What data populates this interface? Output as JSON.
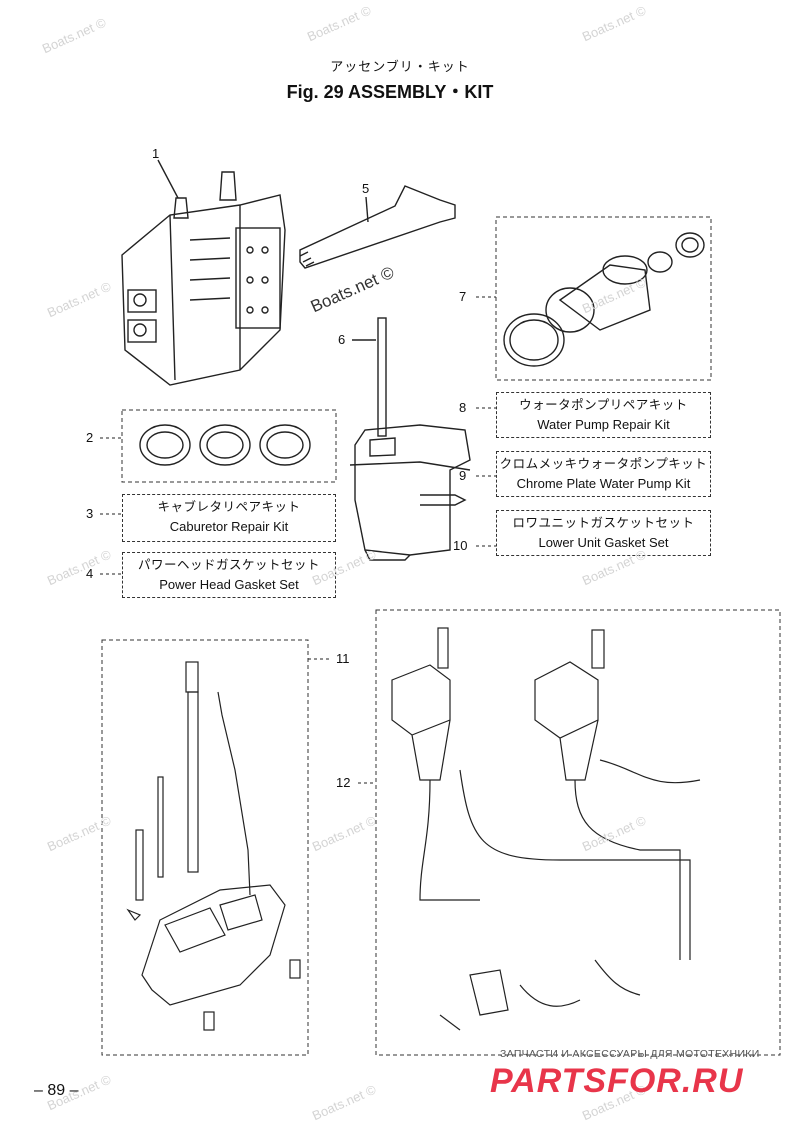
{
  "header": {
    "title_jp": "アッセンブリ・キット",
    "title_en": "Fig. 29   ASSEMBLY・KIT"
  },
  "callouts": [
    "1",
    "2",
    "3",
    "4",
    "5",
    "6",
    "7",
    "8",
    "9",
    "10",
    "11",
    "12"
  ],
  "kits": {
    "k3": {
      "jp": "キャブレタリペアキット",
      "en": "Caburetor Repair Kit"
    },
    "k4": {
      "jp": "パワーヘッドガスケットセット",
      "en": "Power Head Gasket Set"
    },
    "k8": {
      "jp": "ウォータポンプリペアキット",
      "en": "Water Pump Repair Kit"
    },
    "k9": {
      "jp": "クロムメッキウォータポンプキット",
      "en": "Chrome Plate Water Pump Kit"
    },
    "k10": {
      "jp": "ロワユニットガスケットセット",
      "en": "Lower Unit Gasket Set"
    }
  },
  "watermark": "Boats.net ©",
  "footer": {
    "page": "– 89 –",
    "shop_tagline": "ЗАПЧАСТИ И АКСЕССУАРЫ ДЛЯ МОТОТЕХНИКИ",
    "shop_logo": "PARTSFOR.RU"
  },
  "colors": {
    "logo": "#e8354a",
    "line": "#222222",
    "watermark": "#d4d4d4"
  }
}
